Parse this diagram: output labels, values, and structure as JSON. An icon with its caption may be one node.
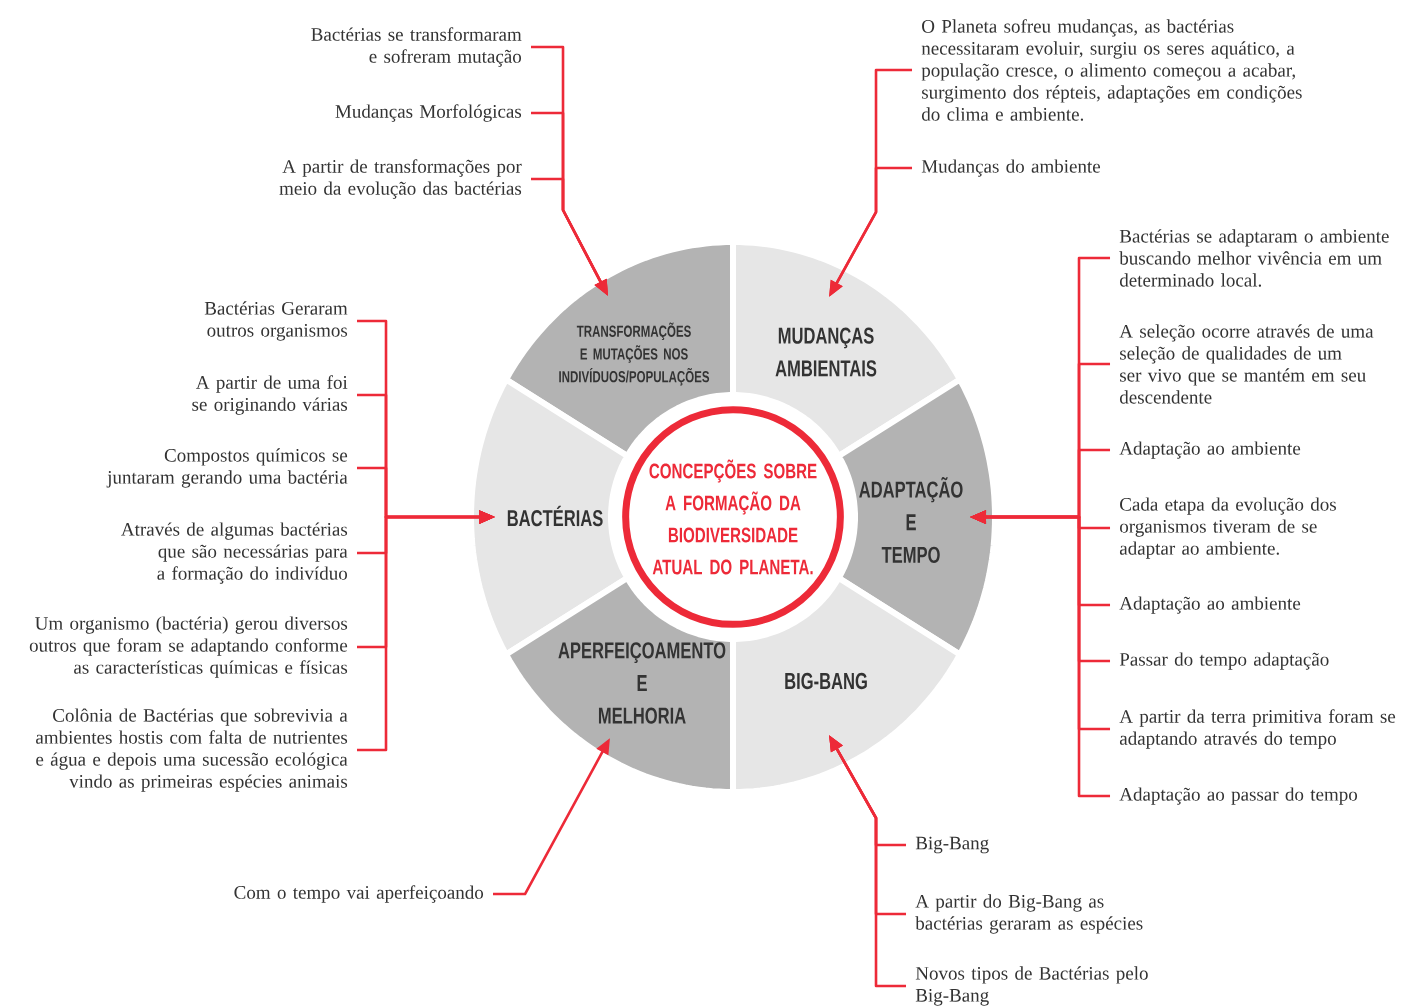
{
  "diagram": {
    "nodes": [
      {
        "text": [
          "CONCEPÇÕES SOBRE A FORMAÇÃO DA BIODIVERSIDADE ATUAL DO PLANETA."
        ]
      },
      {
        "text": [
          "TRANSFORMAÇÕES E MUTAÇÕES NOS INDIVÍDUOS/POPULAÇÕES"
        ]
      },
      {
        "text": [
          "MUDANÇAS AMBIENTAIS"
        ]
      },
      {
        "text": [
          "BACTÉRIAS"
        ]
      },
      {
        "text": [
          "ADAPTAÇÃO E TEMPO"
        ]
      },
      {
        "text": [
          "APERFEIÇOAMENTO E MELHORIA"
        ]
      },
      {
        "text": [
          "BIG-BANG"
        ]
      },
      {
        "text": [
          "Bactérias se transformaram e sofreram mutação"
        ]
      },
      {
        "text": [
          "Mudanças Morfológicas"
        ]
      },
      {
        "text": [
          "A partir de transformações por meio da evolução das bactérias"
        ]
      },
      {
        "text": [
          "O Planeta sofreu mudanças, as bactérias necessitaram evoluir, surgiu os seres aquático, a população cresce, o alimento começou a acabar, surgimento dos répteis, adaptações em condições do clima e ambiente."
        ]
      },
      {
        "text": [
          "Mudanças do ambiente"
        ]
      },
      {
        "text": [
          "Bactérias Geraram outros organismos"
        ]
      },
      {
        "text": [
          "A partir de uma foi se originando várias"
        ]
      },
      {
        "text": [
          "Compostos químicos se juntaram gerando uma bactéria"
        ]
      },
      {
        "text": [
          "Através de algumas bactérias que são necessárias para a formação do indivíduo"
        ]
      },
      {
        "text": [
          "Um organismo (bactéria) gerou diversos outros que foram se adaptando conforme as características químicas e físicas"
        ]
      },
      {
        "text": [
          "Colônia de Bactérias que sobrevivia a ambientes hostis com falta de nutrientes e água e depois uma sucessão ecológica vindo as primeiras espécies animais"
        ]
      },
      {
        "text": [
          "Bactérias se adaptaram o ambiente buscando melhor vivência em um determinado local."
        ]
      },
      {
        "text": [
          "A seleção ocorre através de uma seleção de qualidades de um ser vivo que se mantém em seu descendente"
        ]
      },
      {
        "text": [
          "Adaptação ao ambiente"
        ]
      },
      {
        "text": [
          "Cada etapa da evolução dos organismos tiveram de se adaptar ao ambiente."
        ]
      },
      {
        "text": [
          "Adaptação ao ambiente"
        ]
      },
      {
        "text": [
          "Passar do tempo adaptação"
        ]
      },
      {
        "text": [
          "A partir da terra primitiva foram se adaptando através do tempo"
        ]
      },
      {
        "text": [
          "Adaptação ao passar do tempo"
        ]
      },
      {
        "text": [
          "Com o tempo vai aperfeiçoando"
        ]
      },
      {
        "text": [
          "Big-Bang"
        ]
      },
      {
        "text": [
          "A partir do Big-Bang as bactérias geraram as espécies"
        ]
      },
      {
        "text": [
          "Novos tipos de Bactérias pelo Big-Bang"
        ]
      }
    ],
    "edges": [
      {
        "from": 7,
        "to": 1,
        "arrow": "to"
      },
      {
        "from": 8,
        "to": 1,
        "arrow": "to"
      },
      {
        "from": 9,
        "to": 1,
        "arrow": "to"
      },
      {
        "from": 10,
        "to": 2,
        "arrow": "to"
      },
      {
        "from": 11,
        "to": 2,
        "arrow": "to"
      },
      {
        "from": 12,
        "to": 3,
        "arrow": "to"
      },
      {
        "from": 13,
        "to": 3,
        "arrow": "to"
      },
      {
        "from": 14,
        "to": 3,
        "arrow": "to"
      },
      {
        "from": 15,
        "to": 3,
        "arrow": "to"
      },
      {
        "from": 16,
        "to": 3,
        "arrow": "to"
      },
      {
        "from": 17,
        "to": 3,
        "arrow": "to"
      },
      {
        "from": 18,
        "to": 4,
        "arrow": "to"
      },
      {
        "from": 19,
        "to": 4,
        "arrow": "to"
      },
      {
        "from": 20,
        "to": 4,
        "arrow": "to"
      },
      {
        "from": 21,
        "to": 4,
        "arrow": "to"
      },
      {
        "from": 22,
        "to": 4,
        "arrow": "to"
      },
      {
        "from": 23,
        "to": 4,
        "arrow": "to"
      },
      {
        "from": 24,
        "to": 4,
        "arrow": "to"
      },
      {
        "from": 25,
        "to": 4,
        "arrow": "to"
      },
      {
        "from": 26,
        "to": 5,
        "arrow": "to"
      },
      {
        "from": 27,
        "to": 6,
        "arrow": "to"
      },
      {
        "from": 28,
        "to": 6,
        "arrow": "to"
      },
      {
        "from": 29,
        "to": 6,
        "arrow": "to"
      }
    ]
  }
}
